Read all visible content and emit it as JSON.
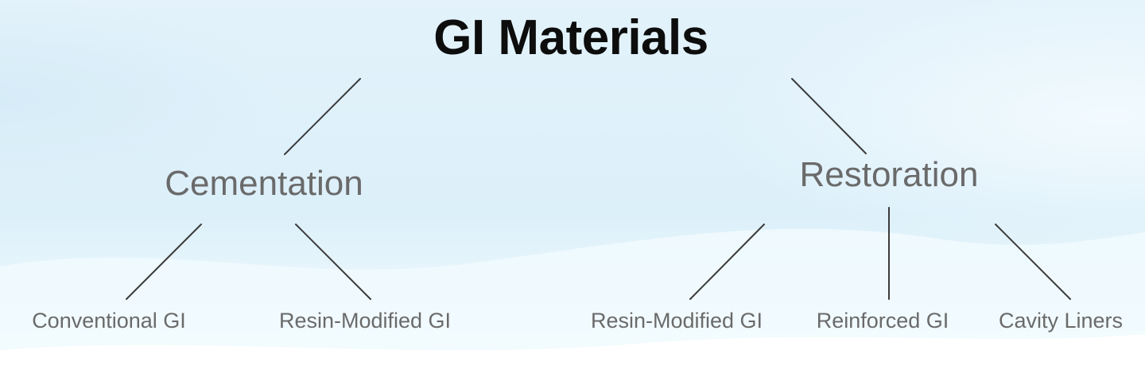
{
  "title": "GI Materials",
  "branches": [
    {
      "label": "Cementation",
      "children": [
        "Conventional GI",
        "Resin-Modified GI"
      ]
    },
    {
      "label": "Restoration",
      "children": [
        "Resin-Modified GI",
        "Reinforced GI",
        "Cavity Liners"
      ]
    }
  ],
  "colors": {
    "title": "#0d0d0d",
    "node_text": "#6a6a6a",
    "connector": "#3b3b3b",
    "background_top": "#e4f3fb",
    "background_bottom": "#ffffff"
  }
}
